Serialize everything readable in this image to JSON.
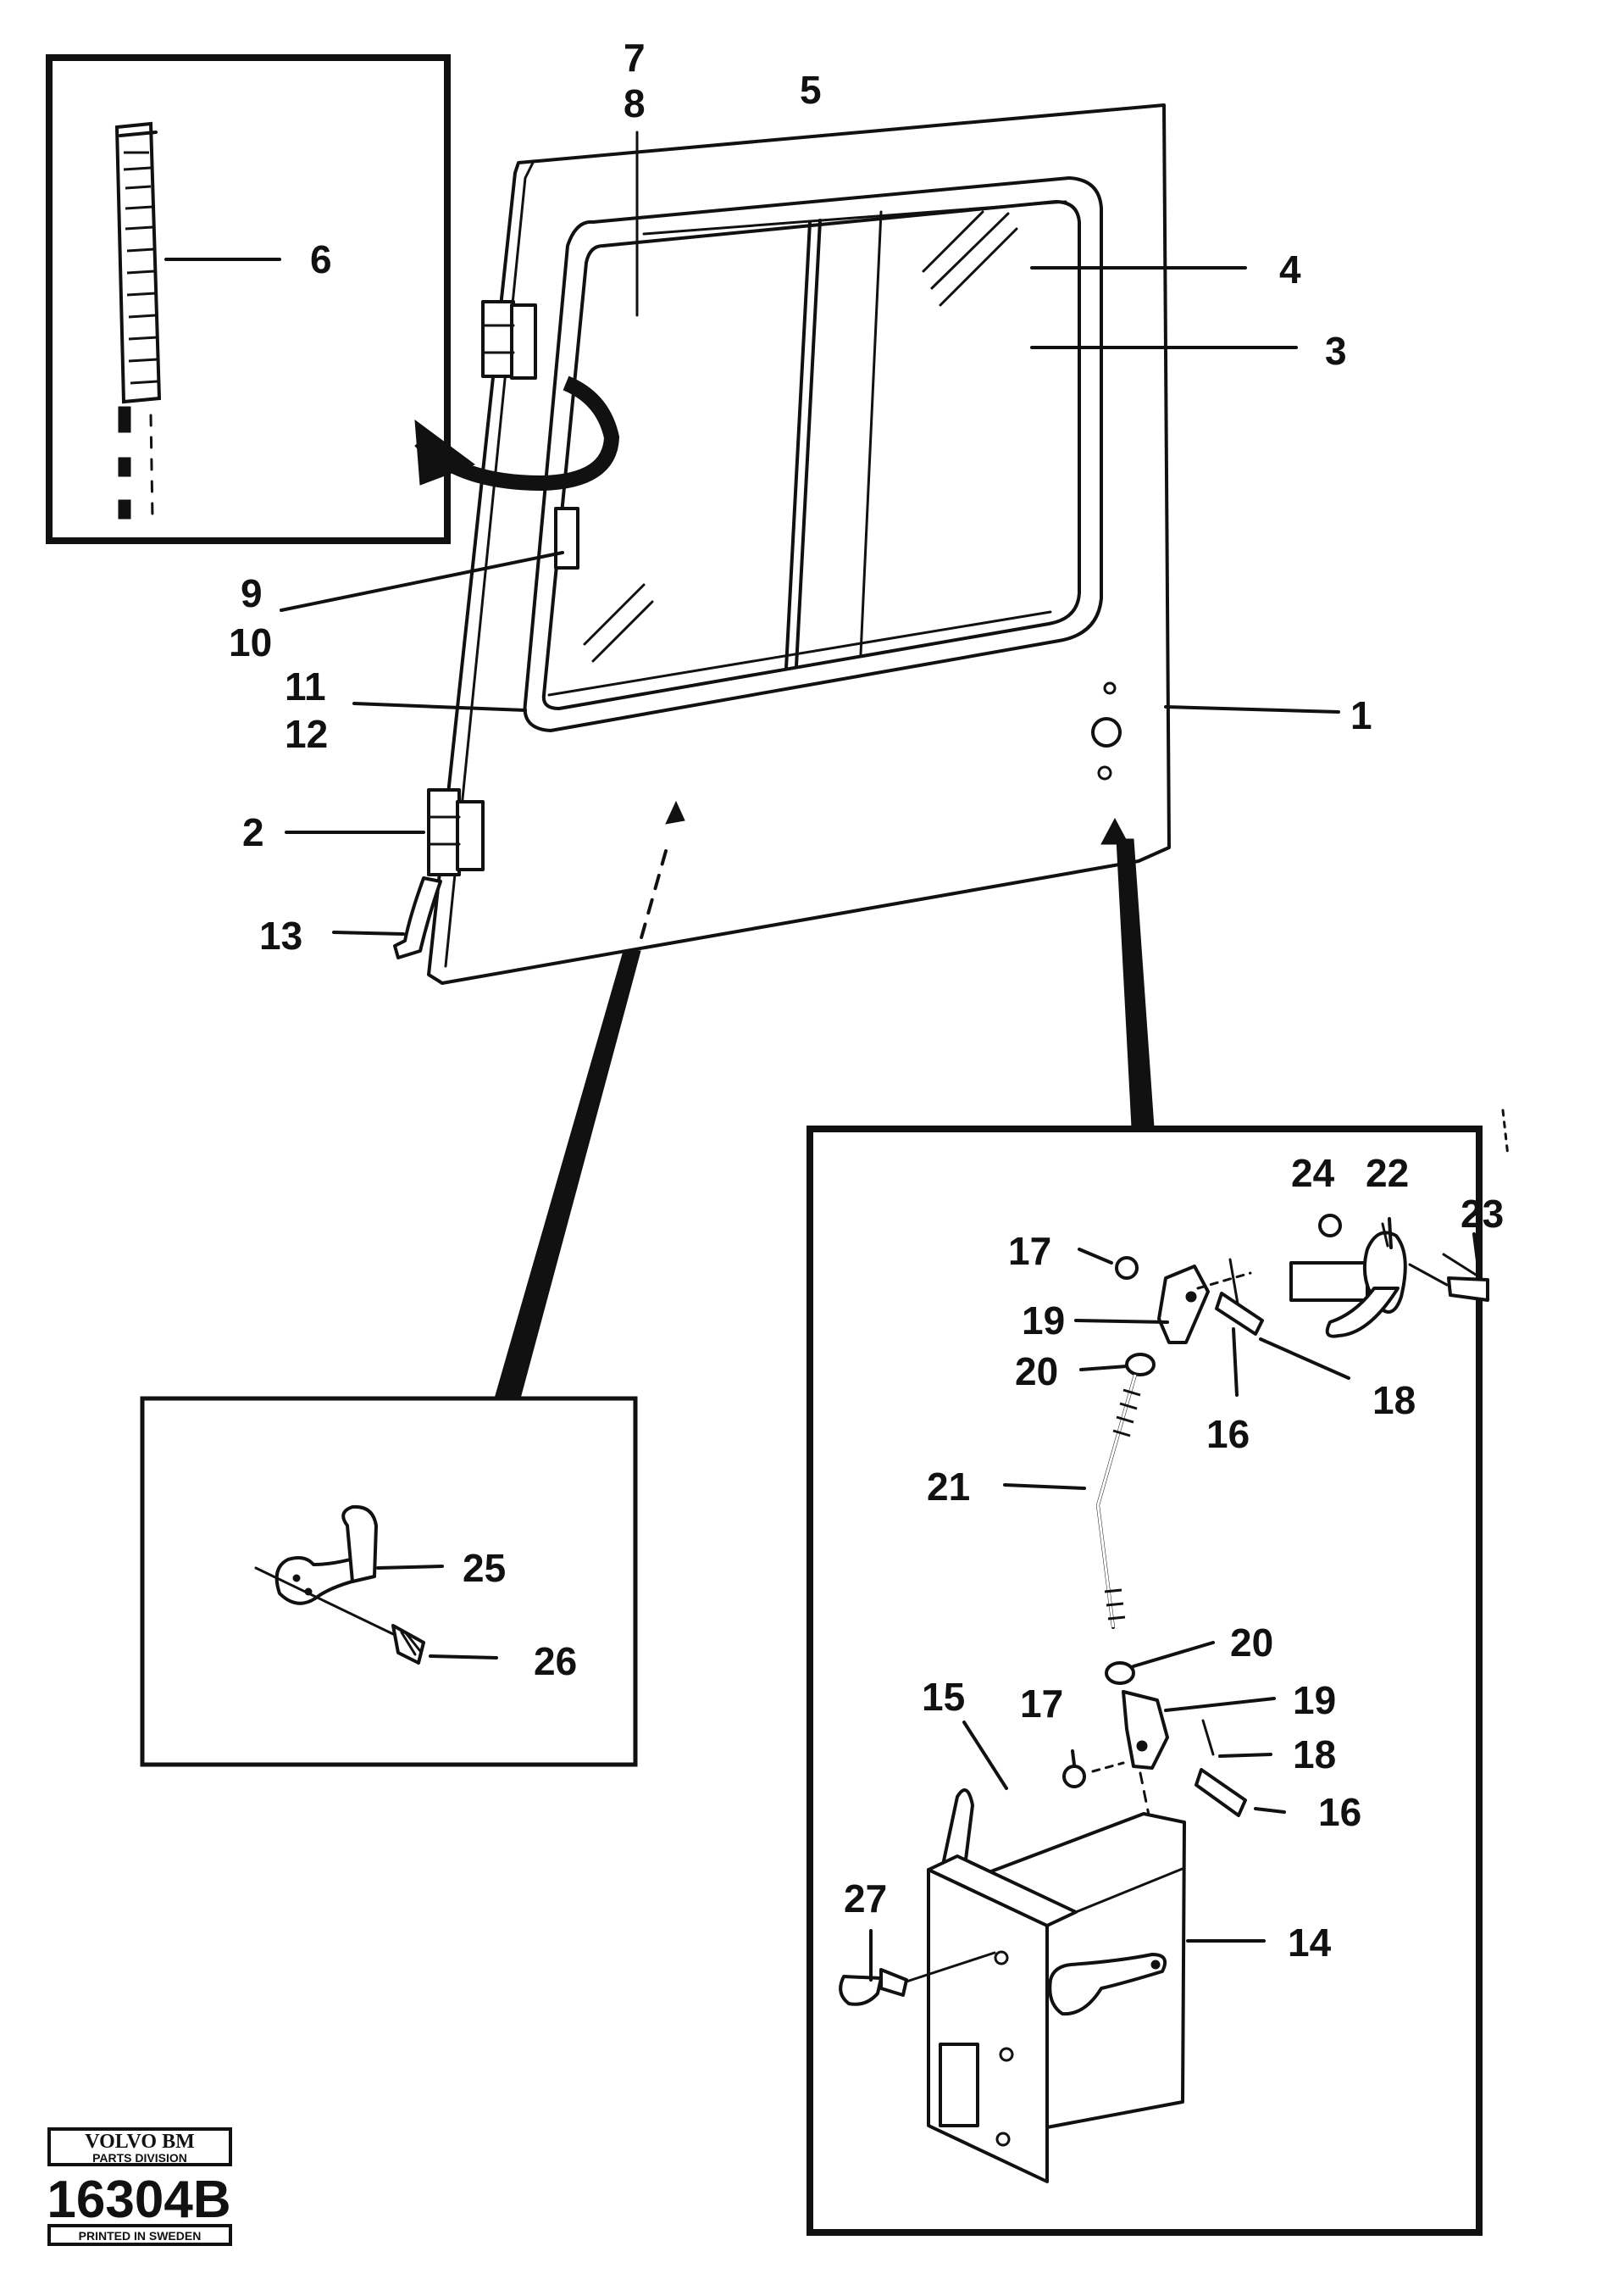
{
  "diagram": {
    "callouts": {
      "c1": "1",
      "c2": "2",
      "c3": "3",
      "c4": "4",
      "c5": "5",
      "c6": "6",
      "c7": "7",
      "c8": "8",
      "c9": "9",
      "c10": "10",
      "c11": "11",
      "c12": "12",
      "c13": "13",
      "c14": "14",
      "c15": "15",
      "c16a": "16",
      "c16b": "16",
      "c17a": "17",
      "c17b": "17",
      "c18a": "18",
      "c18b": "18",
      "c19a": "19",
      "c19b": "19",
      "c20a": "20",
      "c20b": "20",
      "c21": "21",
      "c22": "22",
      "c23": "23",
      "c24": "24",
      "c25": "25",
      "c26": "26",
      "c27": "27"
    }
  },
  "stamp": {
    "brand": "VOLVO BM",
    "division": "PARTS DIVISION",
    "number": "16304B",
    "footer": "PRINTED IN SWEDEN"
  }
}
